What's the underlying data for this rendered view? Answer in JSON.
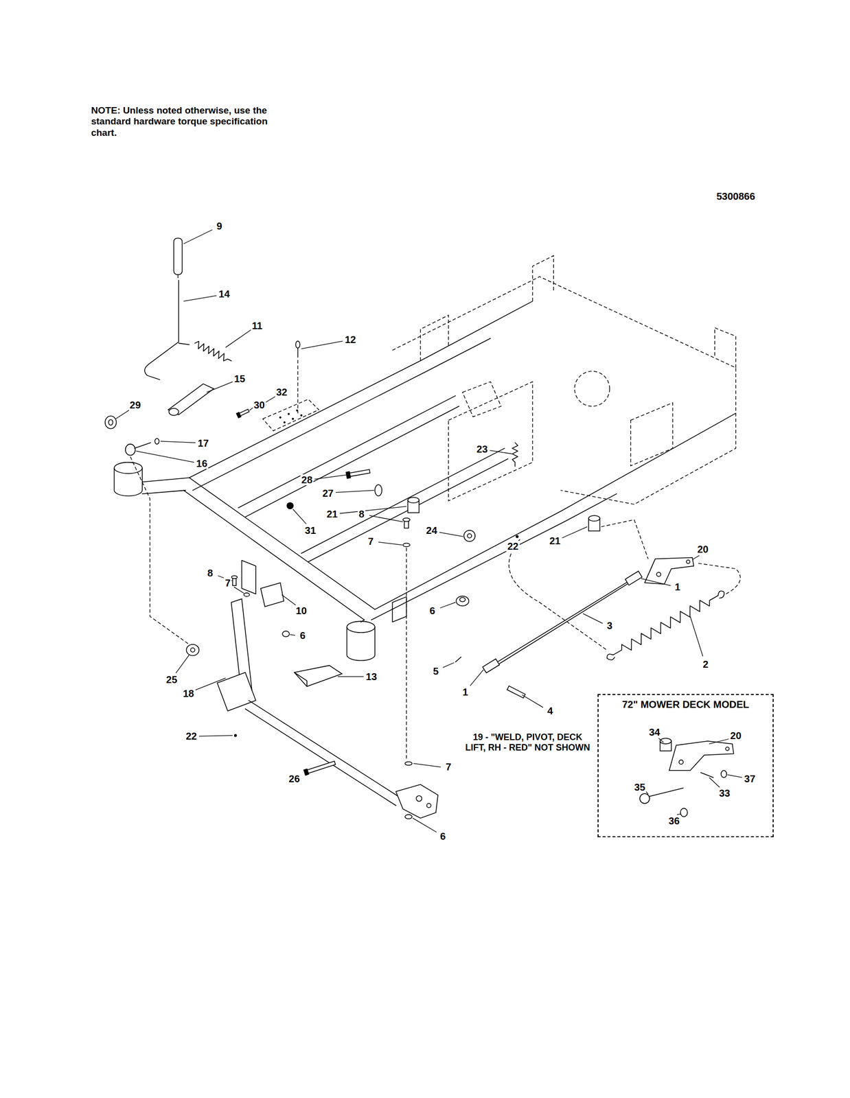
{
  "diagram": {
    "nodes": [
      {
        "text": [
          "72\" MOWER DECK MODEL"
        ]
      }
    ],
    "labels": [
      "NOTE: Unless noted otherwise, use the standard hardware torque specification chart.",
      "5300866",
      "9",
      "14",
      "11",
      "12",
      "15",
      "32",
      "29",
      "30",
      "17",
      "23",
      "16",
      "28",
      "27",
      "21",
      "8",
      "31",
      "24",
      "21",
      "7",
      "22",
      "20",
      "8",
      "7",
      "1",
      "10",
      "6",
      "3",
      "6",
      "2",
      "5",
      "13",
      "25",
      "1",
      "18",
      "4",
      "34",
      "20",
      "22",
      "19 - \"WELD, PIVOT, DECK LIFT, RH - RED\" NOT SHOWN",
      "7",
      "26",
      "37",
      "35",
      "33",
      "36",
      "6"
    ]
  }
}
